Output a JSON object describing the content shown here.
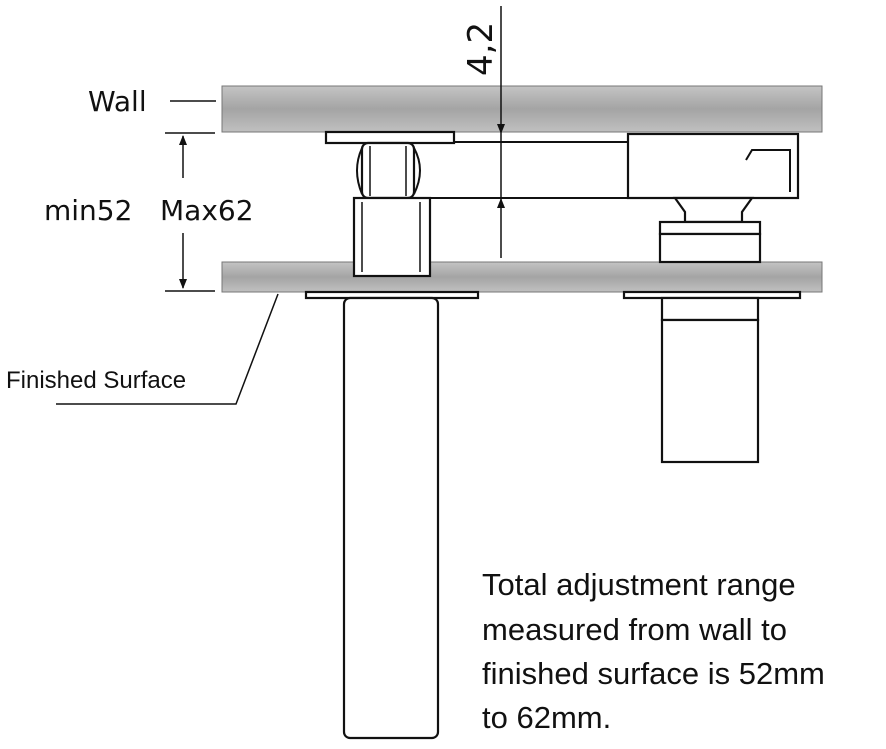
{
  "labels": {
    "wall": "Wall",
    "min": "min52",
    "max": "Max62",
    "depth": "4,2",
    "finished_surface": "Finished Surface"
  },
  "note": {
    "lines": [
      "Total adjustment range",
      "measured from wall to",
      "finished surface is 52mm",
      "to 62mm."
    ]
  },
  "colors": {
    "wall_fill": "#a6a6a6",
    "line": "#111111",
    "background": "#ffffff"
  }
}
